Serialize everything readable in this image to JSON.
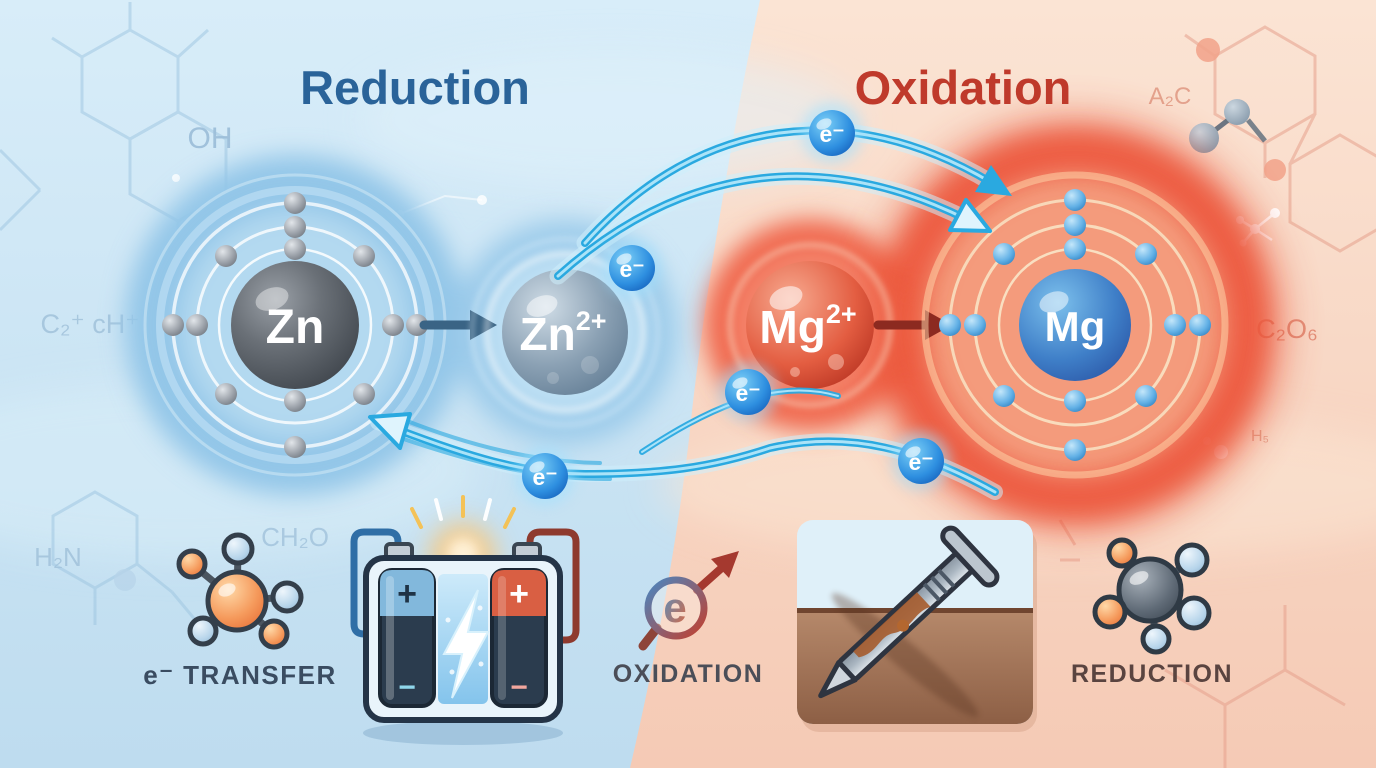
{
  "titles": {
    "reduction": "Reduction",
    "oxidation": "Oxidation"
  },
  "atoms": {
    "zn": {
      "symbol": "Zn"
    },
    "zn_ion": {
      "symbol": "Zn",
      "charge": "2+"
    },
    "mg_ion": {
      "symbol": "Mg",
      "charge": "2+"
    },
    "mg": {
      "symbol": "Mg"
    }
  },
  "electron": {
    "label": "e⁻"
  },
  "legend": {
    "transfer": {
      "label": "e⁻ TRANSFER"
    },
    "oxidation": {
      "label": "OXIDATION",
      "lens_letter": "e"
    },
    "reduction": {
      "label": "REDUCTION"
    },
    "battery": {
      "plus": "+",
      "minus": "−"
    }
  },
  "background_text": {
    "oh": "OH",
    "c2_ch": "C₂⁺ cH⁺",
    "ch2o": "CH₂O",
    "h2n": "H₂N",
    "a2c": "A₂C",
    "c2o6": "C₂O₆",
    "h5": "H₅"
  },
  "colors": {
    "reduction_title": "#2a6399",
    "oxidation_title": "#bf3a2b",
    "arc_blue": "#2aa9e0",
    "electron_badge": "#1565c0",
    "left_bg": "#cfe6f5",
    "right_bg": "#f8d7c4"
  }
}
